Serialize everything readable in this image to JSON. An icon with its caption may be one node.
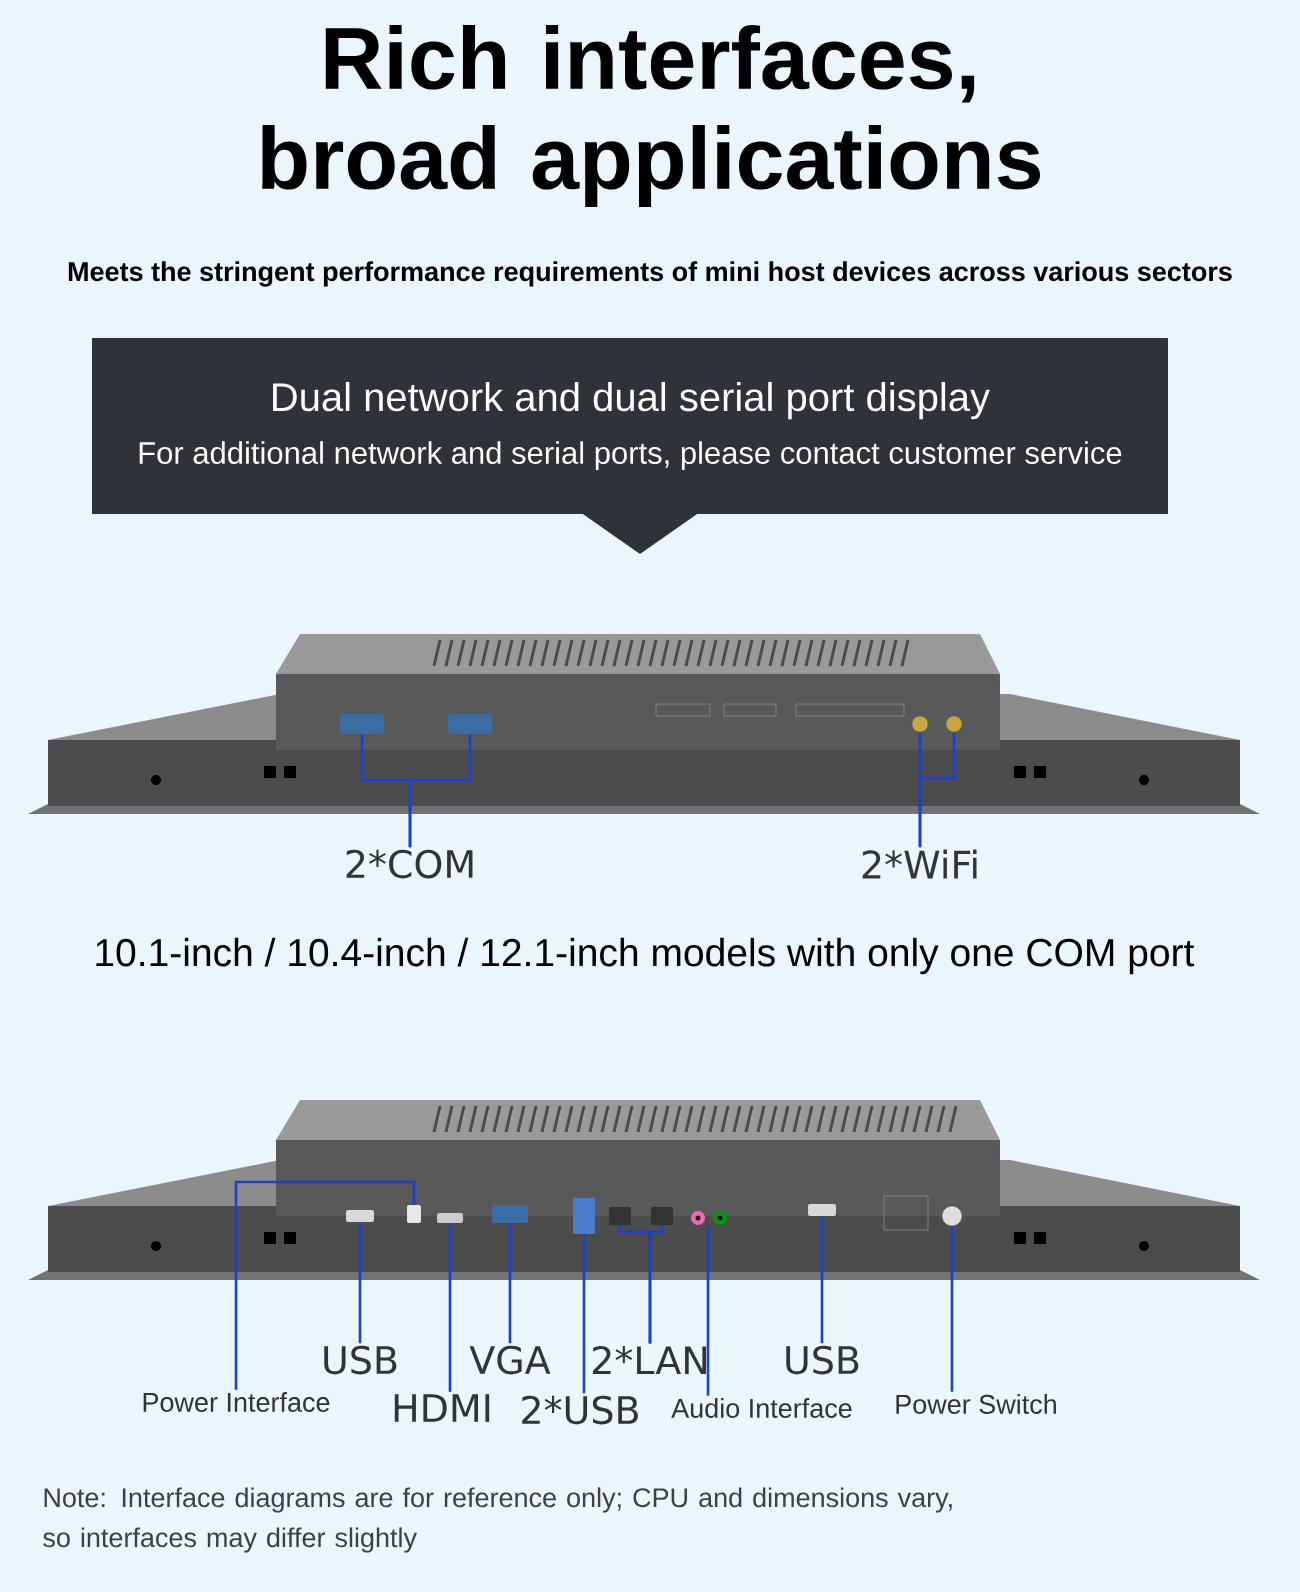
{
  "diagram": {
    "title": "Rich interfaces, broad applications",
    "nodes": [
      {
        "text": [
          "Dual network and dual serial port display",
          "For additional network and serial ports, please contact customer service"
        ]
      },
      {
        "text": [],
        "shape": "box"
      },
      {
        "text": [],
        "shape": "box"
      },
      {
        "text": [],
        "shape": "circle"
      },
      {
        "text": [],
        "shape": "circle"
      },
      {
        "text": [
          "2*COM"
        ]
      },
      {
        "text": [
          "2*WiFi"
        ]
      },
      {
        "text": [],
        "shape": "box"
      },
      {
        "text": [],
        "shape": "box"
      },
      {
        "text": [],
        "shape": "box"
      },
      {
        "text": [],
        "shape": "box"
      },
      {
        "text": [],
        "shape": "box"
      },
      {
        "text": [],
        "shape": "box"
      },
      {
        "text": [],
        "shape": "box"
      },
      {
        "text": [],
        "shape": "picture"
      },
      {
        "text": [],
        "shape": "box"
      },
      {
        "text": [],
        "shape": "circle"
      },
      {
        "text": [
          "USB"
        ]
      },
      {
        "text": [
          "Power Interface"
        ]
      },
      {
        "text": [
          "HDMI"
        ]
      },
      {
        "text": [
          "VGA"
        ]
      },
      {
        "text": [
          "2*USB"
        ]
      },
      {
        "text": [
          "2*LAN"
        ]
      },
      {
        "text": [
          "Audio Interface"
        ]
      },
      {
        "text": [
          "USB"
        ]
      },
      {
        "text": [
          "Power Switch"
        ]
      }
    ],
    "edges": [
      {
        "from": 5,
        "to": 1,
        "arrow": "none"
      },
      {
        "from": 5,
        "to": 2,
        "arrow": "none"
      },
      {
        "from": 6,
        "to": 3,
        "arrow": "none"
      },
      {
        "from": 6,
        "to": 4,
        "arrow": "none"
      },
      {
        "from": 17,
        "to": 7,
        "arrow": "none"
      },
      {
        "from": 18,
        "to": 8,
        "arrow": "none"
      },
      {
        "from": 19,
        "to": 9,
        "arrow": "none"
      },
      {
        "from": 20,
        "to": 10,
        "arrow": "none"
      },
      {
        "from": 21,
        "to": 11,
        "arrow": "none"
      },
      {
        "from": 22,
        "to": 12,
        "arrow": "none"
      },
      {
        "from": 22,
        "to": 13,
        "arrow": "none"
      },
      {
        "from": 23,
        "to": 14,
        "arrow": "none"
      },
      {
        "from": 24,
        "to": 15,
        "arrow": "none"
      },
      {
        "from": 25,
        "to": 16,
        "arrow": "none"
      }
    ],
    "labels": [
      "Meets the stringent performance requirements of mini host devices across various sectors",
      "10.1-inch / 10.4-inch / 12.1-inch models with only one COM port",
      "Note: Interface diagrams are for reference only; CPU and dimensions vary, so interfaces may differ slightly"
    ]
  }
}
